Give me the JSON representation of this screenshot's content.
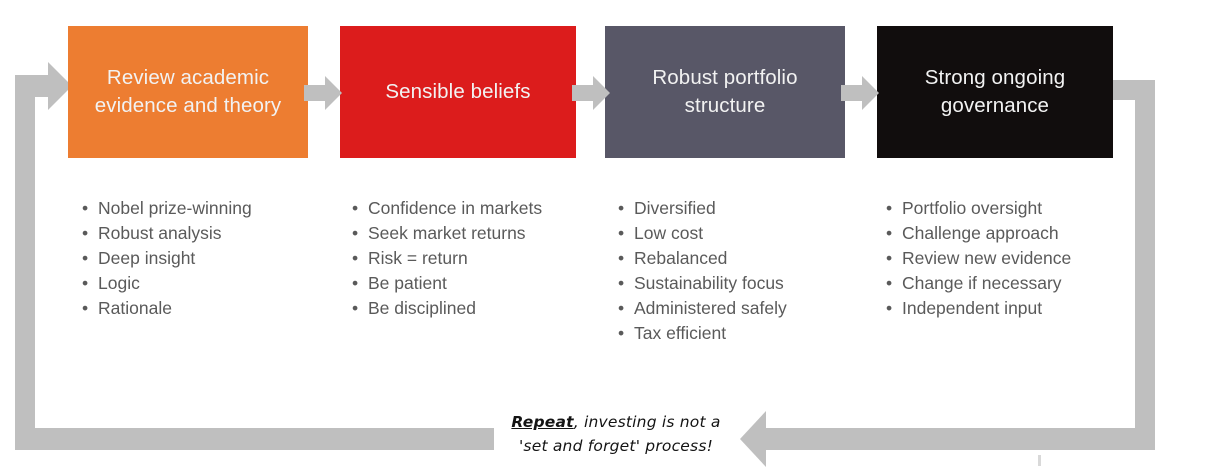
{
  "diagram": {
    "title": "Investment process cycle",
    "colors": {
      "stage1": "#ED7D31",
      "stage2": "#DC1C1C",
      "stage3": "#585767",
      "stage4": "#110D0D",
      "arrow": "#BFBFBF",
      "body_text": "#5A5A5A",
      "stage_text": "#F2F2F2",
      "caption_text": "#141414",
      "background": "#FFFFFF"
    },
    "stages": [
      {
        "id": "review-academic-evidence-and-theory",
        "title": "Review academic evidence and theory",
        "title_lines": [
          "Review academic",
          "evidence and theory"
        ],
        "color": "#ED7D31",
        "bullets": [
          "Nobel prize-winning",
          "Robust analysis",
          "Deep insight",
          "Logic",
          "Rationale"
        ]
      },
      {
        "id": "sensible-beliefs",
        "title": "Sensible beliefs",
        "title_lines": [
          "Sensible beliefs"
        ],
        "color": "#DC1C1C",
        "bullets": [
          "Confidence in markets",
          "Seek market returns",
          "Risk = return",
          "Be patient",
          "Be disciplined"
        ]
      },
      {
        "id": "robust-portfolio-structure",
        "title": "Robust portfolio structure",
        "title_lines": [
          "Robust portfolio",
          "structure"
        ],
        "color": "#585767",
        "bullets": [
          "Diversified",
          "Low cost",
          "Rebalanced",
          "Sustainability focus",
          "Administered safely",
          "Tax efficient"
        ]
      },
      {
        "id": "strong-ongoing-governance",
        "title": "Strong ongoing governance",
        "title_lines": [
          "Strong ongoing",
          "governance"
        ],
        "color": "#110D0D",
        "bullets": [
          "Portfolio oversight",
          "Challenge approach",
          "Review new evidence",
          "Change if necessary",
          "Independent input"
        ]
      }
    ],
    "connectors": [
      {
        "id": "arrow-stage1-to-stage2",
        "icon": "right-chevron-arrow-icon"
      },
      {
        "id": "arrow-stage2-to-stage3",
        "icon": "right-chevron-arrow-icon"
      },
      {
        "id": "arrow-stage3-to-stage4",
        "icon": "right-chevron-arrow-icon"
      },
      {
        "id": "feedback-loop-arrow",
        "icon": "loop-back-arrow-icon"
      }
    ],
    "bullet_glyph": "•",
    "caption": {
      "emphasis": "Repeat",
      "line1_rest": ", investing is not a",
      "line2": "'set and forget' process!",
      "full_text": "Repeat, investing is not a 'set and forget' process!"
    }
  }
}
